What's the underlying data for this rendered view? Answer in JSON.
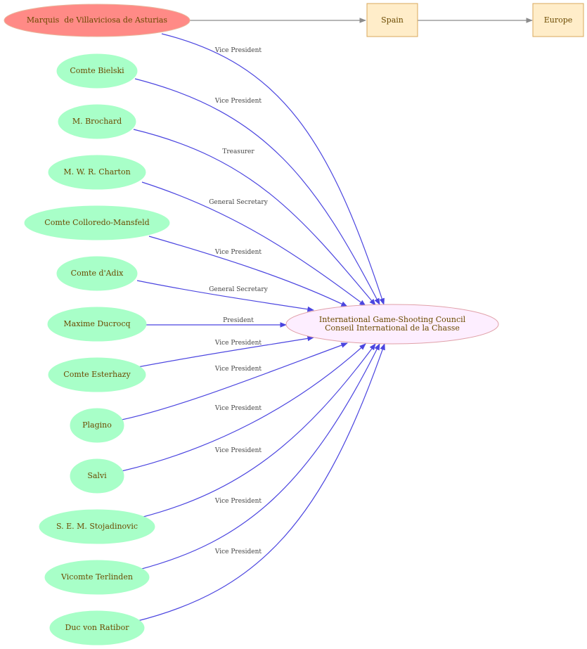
{
  "colors": {
    "edge_member": "#4b45e0",
    "edge_location": "#8c8c8c",
    "member_fill": "#a8ffc8",
    "member_stroke": "#a8ffc8",
    "root_fill": "#ff8a86",
    "root_stroke": "#e9b49a",
    "box_fill": "#ffedc9",
    "box_stroke": "#d9a85c",
    "council_fill": "#fdeeff",
    "council_stroke": "#e0a0a8"
  },
  "nodes": {
    "root": "Marquis  de Villaviciosa de Asturias",
    "spain": "Spain",
    "europe": "Europe",
    "council": [
      "International Game-Shooting Council",
      "Conseil International de la Chasse"
    ],
    "members": [
      "Comte Bielski",
      "M. Brochard",
      "M. W. R. Charton",
      "Comte Colloredo-Mansfeld",
      "Comte d'Adix",
      "Maxime Ducrocq",
      "Comte Esterhazy",
      "Plagino",
      "Salvi",
      "S. E. M. Stojadinovic",
      "Vicomte Terlinden",
      "Duc von Ratibor"
    ]
  },
  "edge_labels": {
    "root": "Vice President",
    "members": [
      "Vice President",
      "Treasurer",
      "General Secretary",
      "Vice President",
      "General Secretary",
      "President",
      "Vice President",
      "Vice President",
      "Vice President",
      "Vice President",
      "Vice President",
      "Vice President"
    ]
  }
}
